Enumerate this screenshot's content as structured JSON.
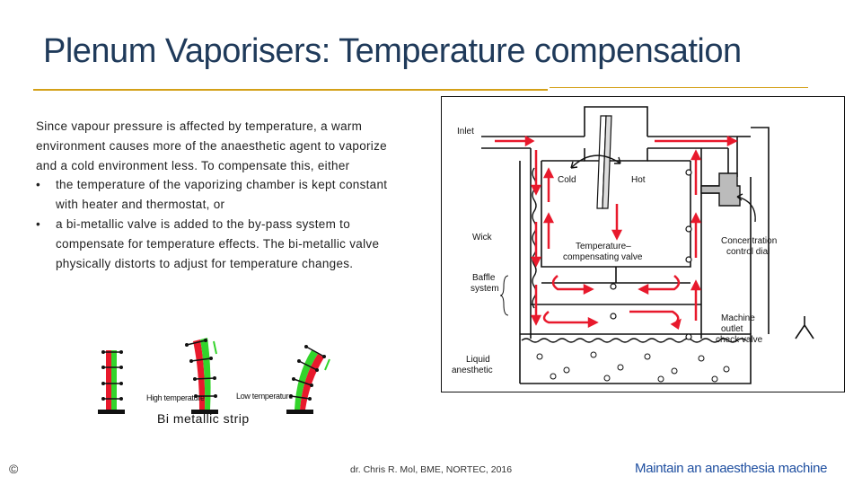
{
  "title": "Plenum Vaporisers: Temperature compensation",
  "body": {
    "intro": "Since vapour pressure is affected by temperature, a warm environment causes more of the anaesthetic agent to vaporize and a cold environment less. To compensate this, either",
    "bullets": [
      "the temperature of the vaporizing chamber is kept constant with heater and thermostat, or",
      "a bi-metallic valve is added to the by-pass system to compensate for temperature effects. The bi-metallic valve physically distorts to adjust for temperature changes."
    ]
  },
  "strip_figure": {
    "caption": "Bi metallic strip",
    "high_label": "High temperature",
    "low_label": "Low temperature",
    "colors": {
      "red": "#e8192c",
      "green": "#33d42b"
    }
  },
  "diagram": {
    "labels": {
      "inlet": "Inlet",
      "cold": "Cold",
      "hot": "Hot",
      "wick": "Wick",
      "tcv_line1": "Temperature–",
      "tcv_line2": "compensating valve",
      "dial_line1": "Concentration",
      "dial_line2": "control dial",
      "baffle_line1": "Baffle",
      "baffle_line2": "system",
      "check_line1": "Machine",
      "check_line2": "outlet",
      "check_line3": "check valve",
      "liquid_line1": "Liquid",
      "liquid_line2": "anesthetic"
    },
    "arrow_color": "#e8192c"
  },
  "footer": {
    "copyright": "©",
    "center": "dr. Chris R. Mol, BME, NORTEC, 2016",
    "right": "Maintain an anaesthesia machine"
  }
}
